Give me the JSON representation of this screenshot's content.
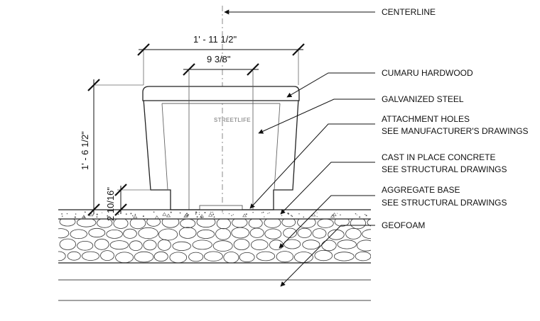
{
  "drawing": {
    "labels": {
      "centerline": "CENTERLINE",
      "cumaru": "CUMARU HARDWOOD",
      "steel": "GALVANIZED STEEL",
      "holes_1": "ATTACHMENT HOLES",
      "holes_2": "SEE MANUFACTURER'S DRAWINGS",
      "concrete_1": "CAST IN PLACE CONCRETE",
      "concrete_2": "SEE STRUCTURAL DRAWINGS",
      "aggregate_1": "AGGREGATE BASE",
      "aggregate_2": "SEE STRUCTURAL DRAWINGS",
      "geofoam": "GEOFOAM"
    },
    "dimensions": {
      "overall_width": "1' - 11 1/2\"",
      "inner_width": "9 3/8\"",
      "height": "1' - 6 1/2\"",
      "embed": "2 10/16\""
    },
    "logo": "STREETLIFE"
  }
}
